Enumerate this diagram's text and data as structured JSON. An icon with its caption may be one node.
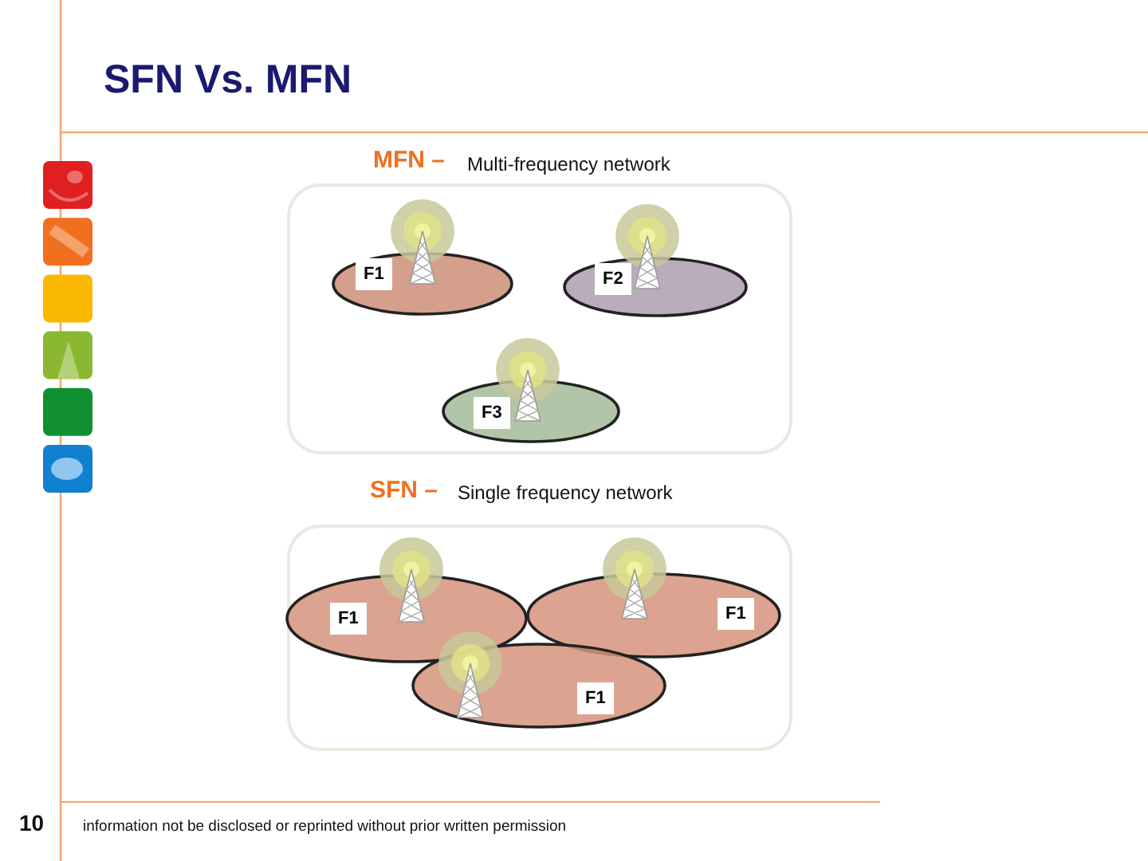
{
  "diagram": {
    "title": "SFN Vs. MFN",
    "nodes": [
      {
        "text": [
          "F1"
        ]
      },
      {
        "text": [
          "F2"
        ]
      },
      {
        "text": [
          "F3"
        ]
      },
      {
        "text": [
          "F1"
        ]
      },
      {
        "text": [
          "F1"
        ]
      },
      {
        "text": [
          "F1"
        ]
      }
    ],
    "edges": [],
    "labels": [
      "MFN –",
      "Multi-frequency network",
      "SFN –",
      "Single frequency network",
      "10",
      "information not be disclosed or reprinted without prior written permission"
    ]
  }
}
